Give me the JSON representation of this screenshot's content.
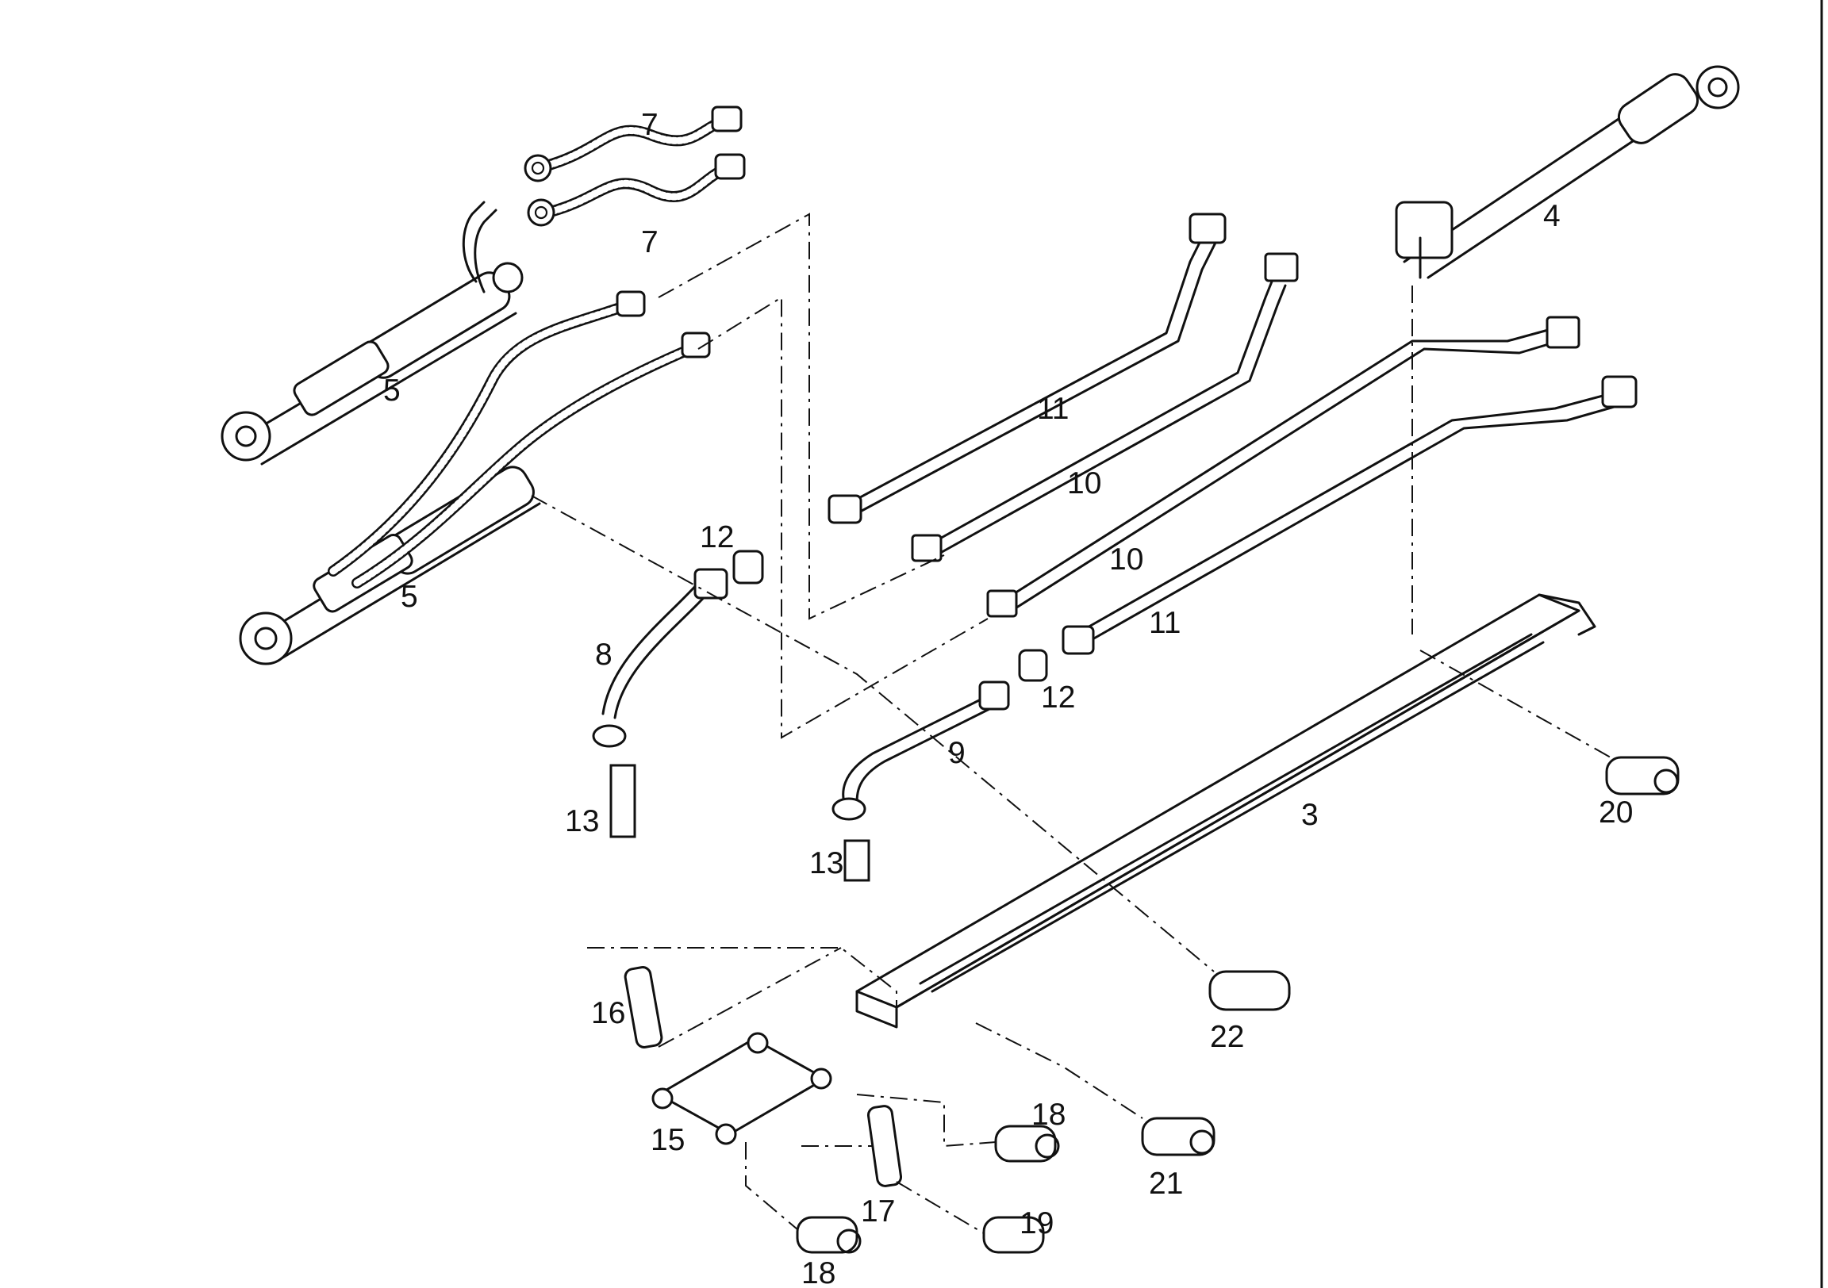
{
  "labels": {
    "l3": "3",
    "l4": "4",
    "l5a": "5",
    "l5b": "5",
    "l7a": "7",
    "l7b": "7",
    "l8": "8",
    "l9": "9",
    "l10a": "10",
    "l10b": "10",
    "l11a": "11",
    "l11b": "11",
    "l12a": "12",
    "l12b": "12",
    "l13a": "13",
    "l13b": "13",
    "l15": "15",
    "l16": "16",
    "l17": "17",
    "l18a": "18",
    "l18b": "18",
    "l19": "19",
    "l20": "20",
    "l21": "21",
    "l22": "22"
  }
}
